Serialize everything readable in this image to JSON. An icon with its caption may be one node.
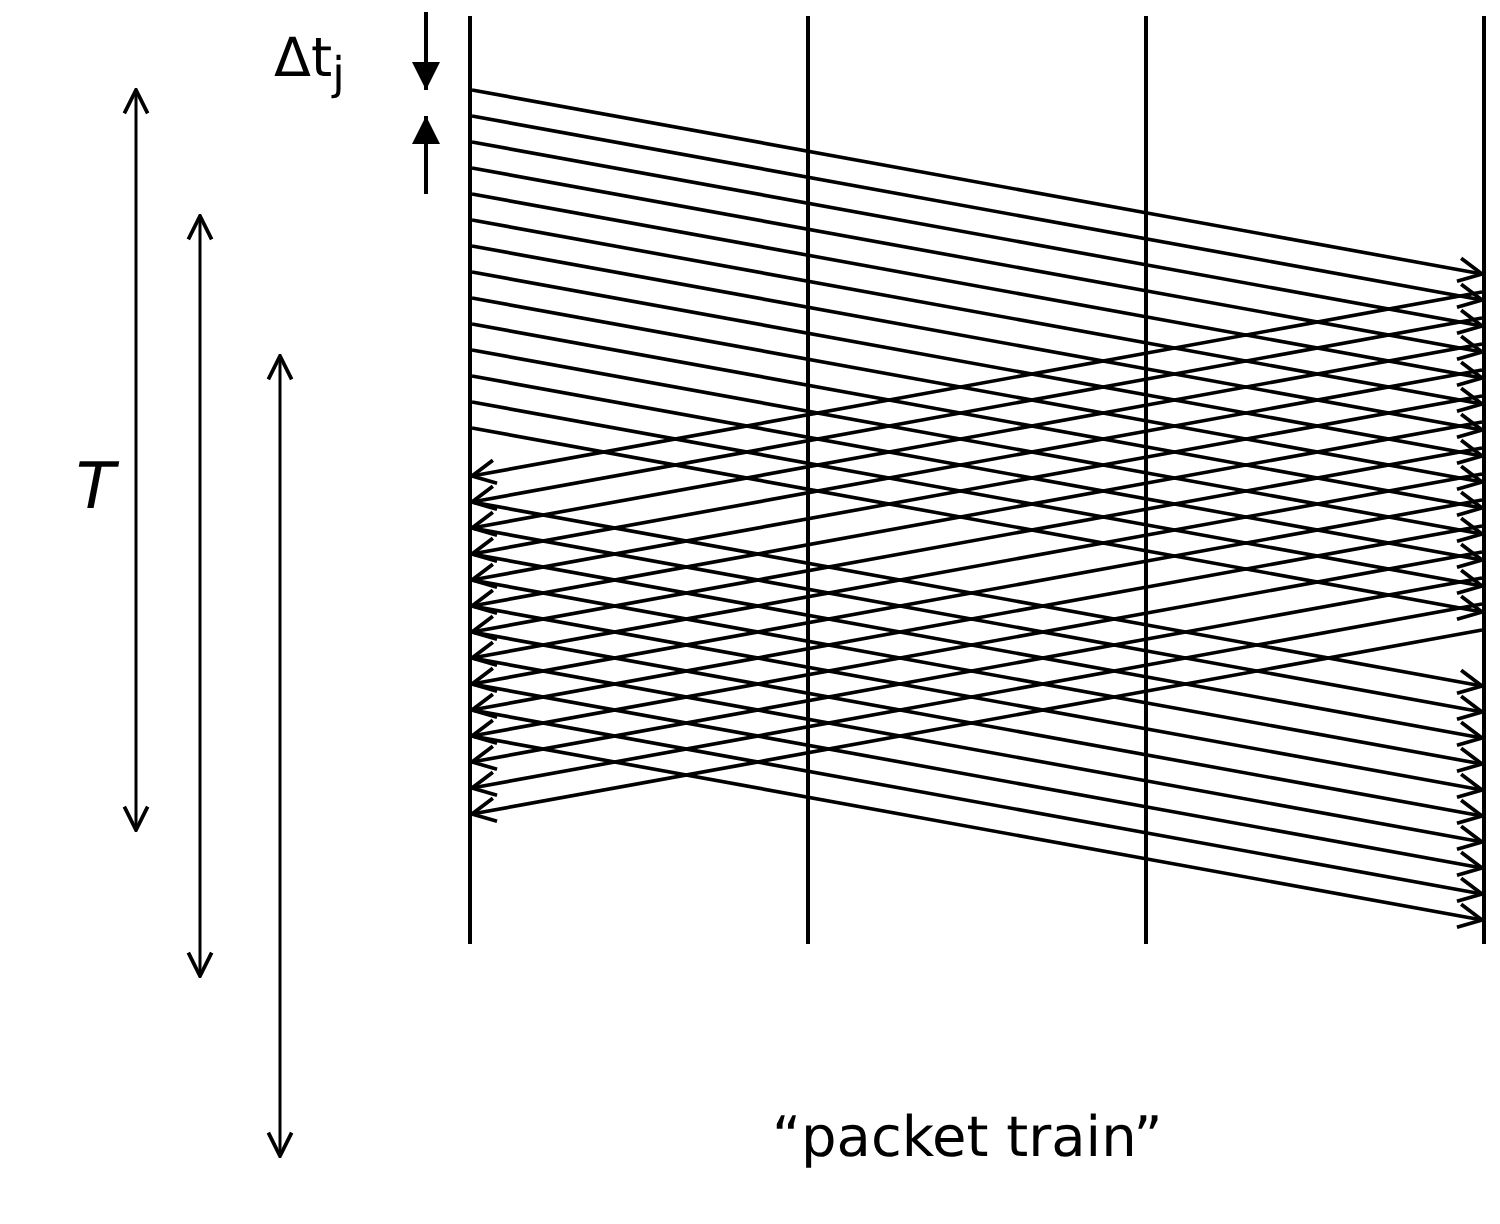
{
  "diagram": {
    "nodes": [
      {
        "text": [],
        "shape": "bar"
      },
      {
        "text": [],
        "shape": "bar"
      },
      {
        "text": [],
        "shape": "bar"
      },
      {
        "text": [],
        "shape": "bar"
      }
    ],
    "edges": [
      {
        "from": 0,
        "to": 3,
        "arrow": "to"
      },
      {
        "from": 0,
        "to": 3,
        "arrow": "to"
      },
      {
        "from": 0,
        "to": 3,
        "arrow": "to"
      },
      {
        "from": 0,
        "to": 3,
        "arrow": "to"
      },
      {
        "from": 0,
        "to": 3,
        "arrow": "to"
      },
      {
        "from": 0,
        "to": 3,
        "arrow": "to"
      },
      {
        "from": 0,
        "to": 3,
        "arrow": "to"
      },
      {
        "from": 0,
        "to": 3,
        "arrow": "to"
      },
      {
        "from": 0,
        "to": 3,
        "arrow": "to"
      },
      {
        "from": 0,
        "to": 3,
        "arrow": "to"
      },
      {
        "from": 0,
        "to": 3,
        "arrow": "to"
      },
      {
        "from": 0,
        "to": 3,
        "arrow": "to"
      },
      {
        "from": 0,
        "to": 3,
        "arrow": "to"
      },
      {
        "from": 0,
        "to": 3,
        "arrow": "to"
      },
      {
        "from": 3,
        "to": 0,
        "arrow": "to"
      },
      {
        "from": 3,
        "to": 0,
        "arrow": "to"
      },
      {
        "from": 3,
        "to": 0,
        "arrow": "to"
      },
      {
        "from": 3,
        "to": 0,
        "arrow": "to"
      },
      {
        "from": 3,
        "to": 0,
        "arrow": "to"
      },
      {
        "from": 3,
        "to": 0,
        "arrow": "to"
      },
      {
        "from": 3,
        "to": 0,
        "arrow": "to"
      },
      {
        "from": 3,
        "to": 0,
        "arrow": "to"
      },
      {
        "from": 3,
        "to": 0,
        "arrow": "to"
      },
      {
        "from": 3,
        "to": 0,
        "arrow": "to"
      },
      {
        "from": 3,
        "to": 0,
        "arrow": "to"
      },
      {
        "from": 3,
        "to": 0,
        "arrow": "to"
      },
      {
        "from": 3,
        "to": 0,
        "arrow": "to"
      },
      {
        "from": 3,
        "to": 0,
        "arrow": "to"
      },
      {
        "from": 0,
        "to": 3,
        "arrow": "to"
      },
      {
        "from": 0,
        "to": 3,
        "arrow": "to"
      },
      {
        "from": 0,
        "to": 3,
        "arrow": "to"
      },
      {
        "from": 0,
        "to": 3,
        "arrow": "to"
      },
      {
        "from": 0,
        "to": 3,
        "arrow": "to"
      },
      {
        "from": 0,
        "to": 3,
        "arrow": "to"
      },
      {
        "from": 0,
        "to": 3,
        "arrow": "to"
      },
      {
        "from": 0,
        "to": 3,
        "arrow": "to"
      },
      {
        "from": 0,
        "to": 3,
        "arrow": "to"
      },
      {
        "from": 0,
        "to": 3,
        "arrow": "to"
      }
    ],
    "labels": [
      "Δt$_{j}$",
      "T",
      "“packet train”"
    ]
  }
}
